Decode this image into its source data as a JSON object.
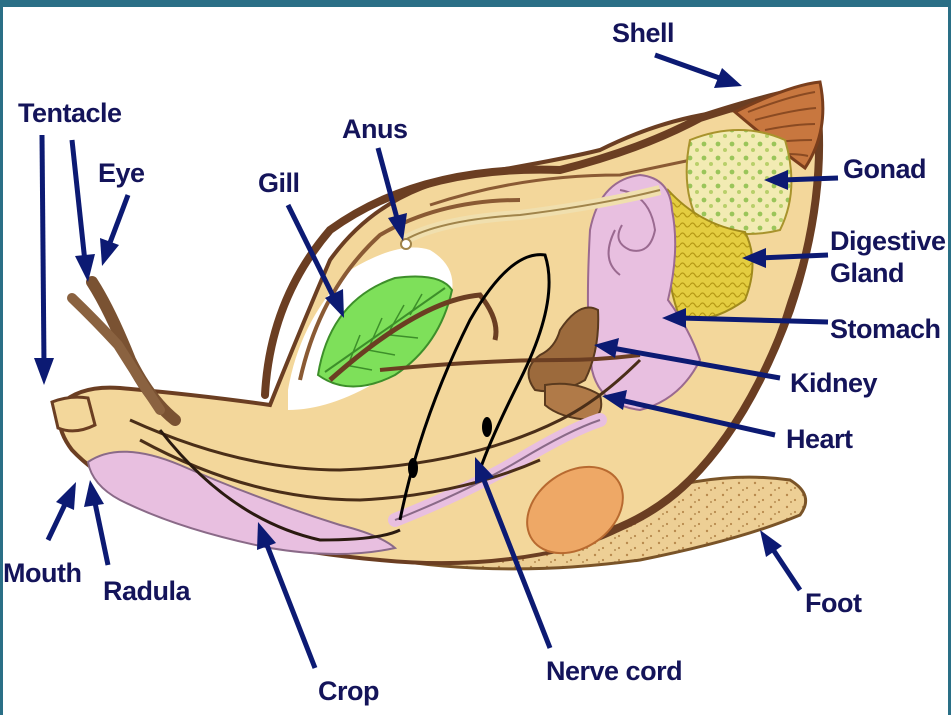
{
  "labels": {
    "shell": "Shell",
    "tentacle": "Tentacle",
    "eye": "Eye",
    "anus": "Anus",
    "gill": "Gill",
    "gonad": "Gonad",
    "digestive_1": "Digestive",
    "digestive_2": "Gland",
    "stomach": "Stomach",
    "kidney": "Kidney",
    "heart": "Heart",
    "mouth": "Mouth",
    "radula": "Radula",
    "crop": "Crop",
    "nerve_cord": "Nerve cord",
    "foot": "Foot"
  },
  "colors": {
    "frame": "#2a6f86",
    "arrow": "#0c1a73",
    "label": "#14145a",
    "body": "#f3d79b",
    "shell_outline": "#6b3e22",
    "gill": "#7ee05a",
    "organ_pink": "#e8bfe0",
    "digestive_gland": "#e6d34a",
    "kidney": "#9c6a3c",
    "foot": "#e8c48a"
  }
}
